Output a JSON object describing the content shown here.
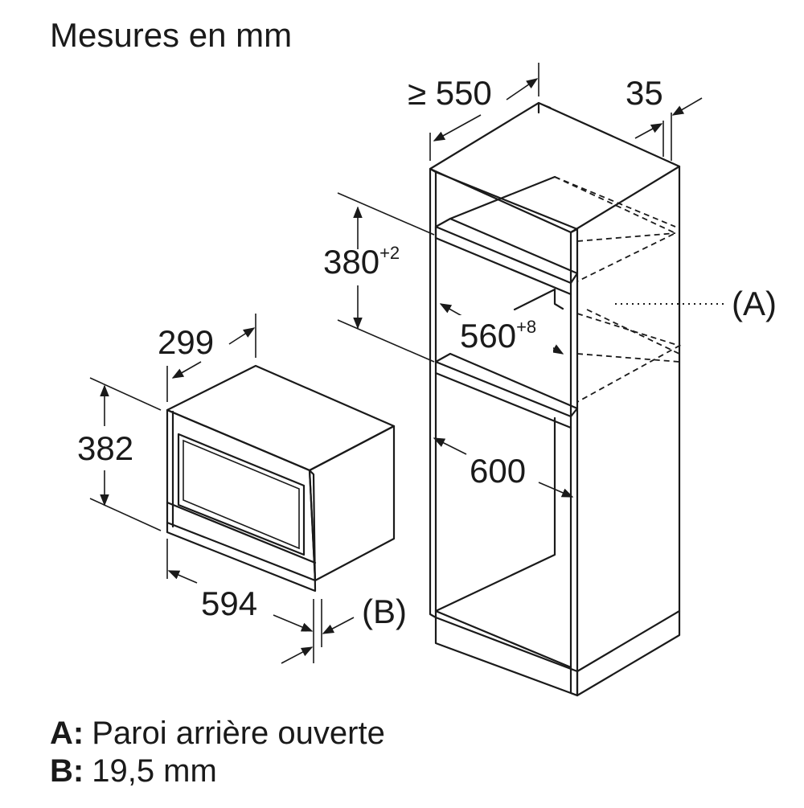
{
  "title": "Mesures en mm",
  "appliance": {
    "depth": "299",
    "height": "382",
    "width": "594",
    "front_marker": "(B)"
  },
  "cabinet": {
    "min_depth": "≥ 550",
    "back_gap": "35",
    "niche_height": "380",
    "niche_height_tolerance": "+2",
    "niche_width": "560",
    "niche_width_tolerance": "+8",
    "inner_width": "600",
    "back_marker": "(A)"
  },
  "legend": [
    {
      "key": "A:",
      "text": "Paroi arrière ouverte"
    },
    {
      "key": "B:",
      "text": "19,5 mm"
    }
  ]
}
